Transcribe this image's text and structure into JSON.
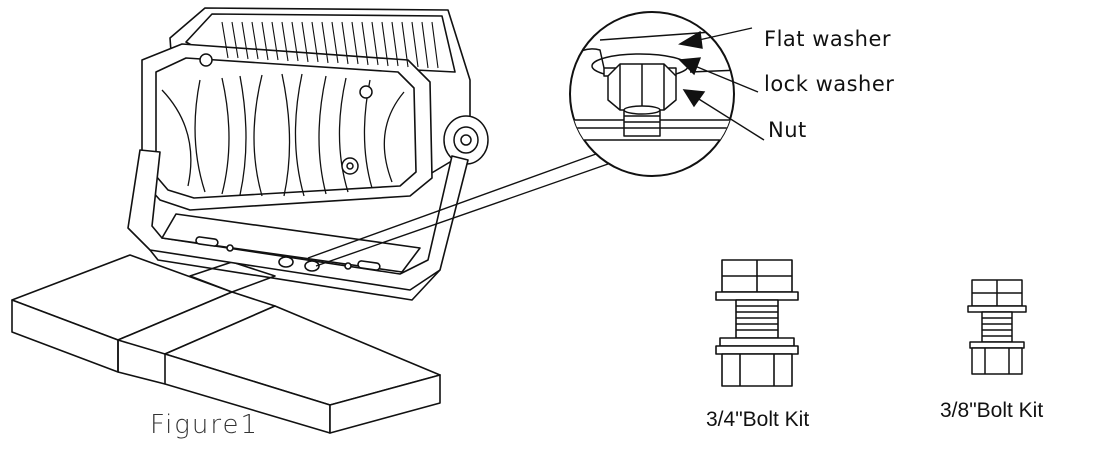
{
  "callouts": {
    "flat_washer": "Flat washer",
    "lock_washer": "lock washer",
    "nut": "Nut"
  },
  "figure_caption": "Figure1",
  "kits": {
    "large": "3/4\"Bolt Kit",
    "small": "3/8\"Bolt Kit"
  },
  "colors": {
    "line": "#111111",
    "fill": "#ffffff"
  }
}
